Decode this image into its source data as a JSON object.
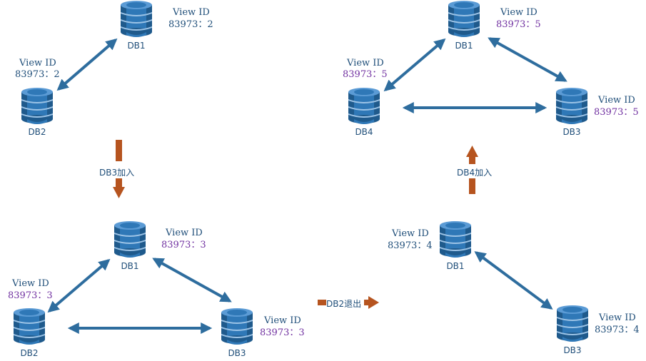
{
  "colors": {
    "arrow": "#2e6d9e",
    "db_dark": "#1f5a8c",
    "db_mid": "#2f78b7",
    "db_light": "#5b9bd5",
    "action_arrow": "#b6541f",
    "text_blue": "#1f4e79",
    "text_purple": "#7030a0"
  },
  "panels": {
    "top_left": {
      "db1": {
        "name": "DB1",
        "view_label": "View ID",
        "view_value": "83973：2"
      },
      "db2": {
        "name": "DB2",
        "view_label": "View ID",
        "view_value": "83973：2"
      }
    },
    "bottom_left": {
      "db1": {
        "name": "DB1",
        "view_label": "View ID",
        "view_value": "83973：3"
      },
      "db2": {
        "name": "DB2",
        "view_label": "View ID",
        "view_value": "83973：3"
      },
      "db3": {
        "name": "DB3",
        "view_label": "View ID",
        "view_value": "83973：3"
      }
    },
    "bottom_right": {
      "db1": {
        "name": "DB1",
        "view_label": "View ID",
        "view_value": "83973：4"
      },
      "db3": {
        "name": "DB3",
        "view_label": "View ID",
        "view_value": "83973：4"
      }
    },
    "top_right": {
      "db1": {
        "name": "DB1",
        "view_label": "View ID",
        "view_value": "83973：5"
      },
      "db3": {
        "name": "DB3",
        "view_label": "View ID",
        "view_value": "83973：5"
      },
      "db4": {
        "name": "DB4",
        "view_label": "View ID",
        "view_value": "83973：5"
      }
    }
  },
  "actions": {
    "db3_join": "DB3加入",
    "db2_leave": "DB2退出",
    "db4_join": "DB4加入"
  }
}
